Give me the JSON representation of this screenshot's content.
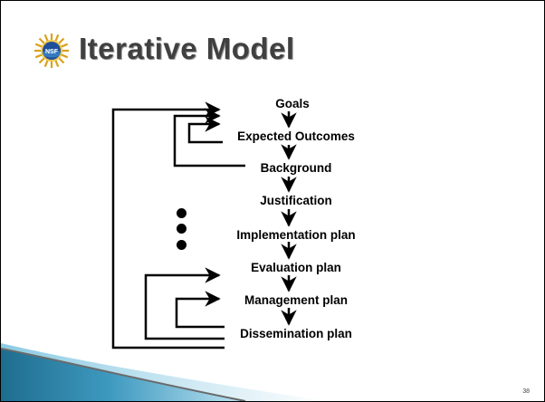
{
  "slide": {
    "title": "Iterative Model",
    "page_number": "38",
    "logo_icon": "nsf-logo-icon"
  },
  "diagram": {
    "steps": [
      "Goals",
      "Expected Outcomes",
      "Background",
      "Justification",
      "Implementation plan",
      "Evaluation plan",
      "Management plan",
      "Dissemination plan"
    ],
    "ellipsis_dots": 3,
    "colors": {
      "line": "#000000",
      "wave_dark": "#1e6d8f",
      "wave_light": "#8ccbe3"
    }
  }
}
